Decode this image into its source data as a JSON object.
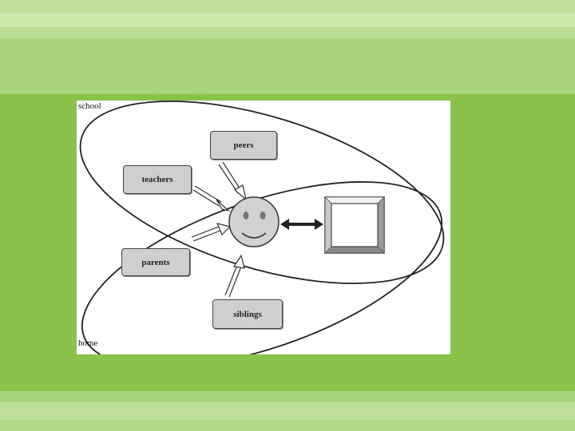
{
  "diagram": {
    "contexts": {
      "school": "school",
      "home": "home"
    },
    "nodes": {
      "peers": "peers",
      "teachers": "teachers",
      "parents": "parents",
      "siblings": "siblings"
    },
    "center": "smiley-face",
    "right_box": "empty-frame"
  }
}
